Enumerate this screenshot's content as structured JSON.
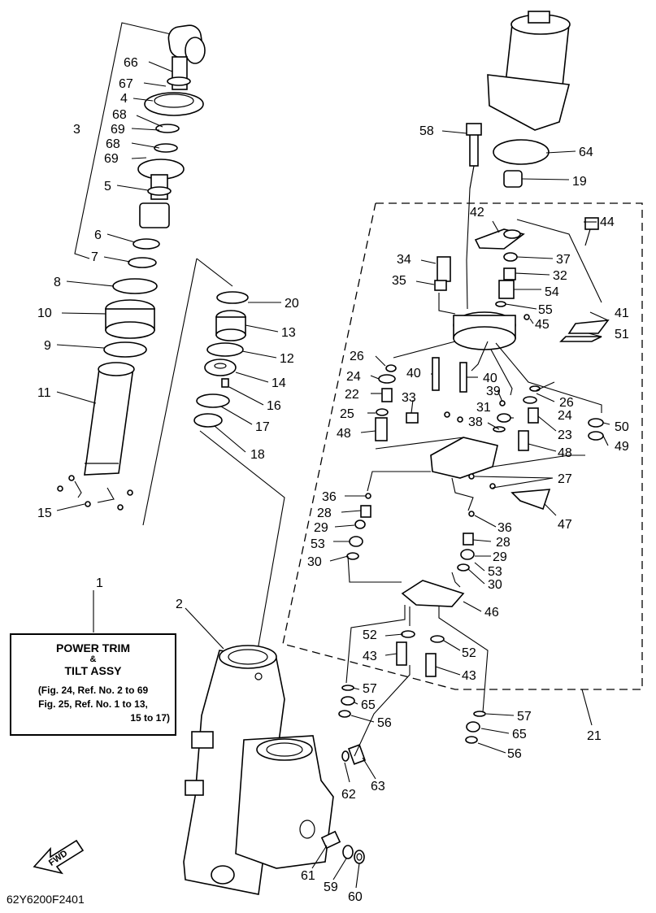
{
  "diagram": {
    "callouts": [
      {
        "id": "c1",
        "text": "1"
      },
      {
        "id": "c2",
        "text": "2"
      },
      {
        "id": "c3",
        "text": "3"
      },
      {
        "id": "c4",
        "text": "4"
      },
      {
        "id": "c5",
        "text": "5"
      },
      {
        "id": "c6",
        "text": "6"
      },
      {
        "id": "c7",
        "text": "7"
      },
      {
        "id": "c8",
        "text": "8"
      },
      {
        "id": "c9",
        "text": "9"
      },
      {
        "id": "c10",
        "text": "10"
      },
      {
        "id": "c11",
        "text": "11"
      },
      {
        "id": "c12",
        "text": "12"
      },
      {
        "id": "c13",
        "text": "13"
      },
      {
        "id": "c14",
        "text": "14"
      },
      {
        "id": "c15",
        "text": "15"
      },
      {
        "id": "c16",
        "text": "16"
      },
      {
        "id": "c17",
        "text": "17"
      },
      {
        "id": "c18",
        "text": "18"
      },
      {
        "id": "c19",
        "text": "19"
      },
      {
        "id": "c20",
        "text": "20"
      },
      {
        "id": "c21",
        "text": "21"
      },
      {
        "id": "c22",
        "text": "22"
      },
      {
        "id": "c23",
        "text": "23"
      },
      {
        "id": "c24a",
        "text": "24"
      },
      {
        "id": "c24b",
        "text": "24"
      },
      {
        "id": "c25",
        "text": "25"
      },
      {
        "id": "c26a",
        "text": "26"
      },
      {
        "id": "c26b",
        "text": "26"
      },
      {
        "id": "c27",
        "text": "27"
      },
      {
        "id": "c28a",
        "text": "28"
      },
      {
        "id": "c28b",
        "text": "28"
      },
      {
        "id": "c29a",
        "text": "29"
      },
      {
        "id": "c29b",
        "text": "29"
      },
      {
        "id": "c30a",
        "text": "30"
      },
      {
        "id": "c30b",
        "text": "30"
      },
      {
        "id": "c31",
        "text": "31"
      },
      {
        "id": "c32",
        "text": "32"
      },
      {
        "id": "c33",
        "text": "33"
      },
      {
        "id": "c34",
        "text": "34"
      },
      {
        "id": "c35",
        "text": "35"
      },
      {
        "id": "c36a",
        "text": "36"
      },
      {
        "id": "c36b",
        "text": "36"
      },
      {
        "id": "c37",
        "text": "37"
      },
      {
        "id": "c38",
        "text": "38"
      },
      {
        "id": "c39",
        "text": "39"
      },
      {
        "id": "c40a",
        "text": "40"
      },
      {
        "id": "c40b",
        "text": "40"
      },
      {
        "id": "c41",
        "text": "41"
      },
      {
        "id": "c42",
        "text": "42"
      },
      {
        "id": "c43a",
        "text": "43"
      },
      {
        "id": "c43b",
        "text": "43"
      },
      {
        "id": "c44",
        "text": "44"
      },
      {
        "id": "c45",
        "text": "45"
      },
      {
        "id": "c46",
        "text": "46"
      },
      {
        "id": "c47",
        "text": "47"
      },
      {
        "id": "c48a",
        "text": "48"
      },
      {
        "id": "c48b",
        "text": "48"
      },
      {
        "id": "c49",
        "text": "49"
      },
      {
        "id": "c50",
        "text": "50"
      },
      {
        "id": "c51",
        "text": "51"
      },
      {
        "id": "c52a",
        "text": "52"
      },
      {
        "id": "c52b",
        "text": "52"
      },
      {
        "id": "c53a",
        "text": "53"
      },
      {
        "id": "c53b",
        "text": "53"
      },
      {
        "id": "c54",
        "text": "54"
      },
      {
        "id": "c55",
        "text": "55"
      },
      {
        "id": "c56a",
        "text": "56"
      },
      {
        "id": "c56b",
        "text": "56"
      },
      {
        "id": "c57a",
        "text": "57"
      },
      {
        "id": "c57b",
        "text": "57"
      },
      {
        "id": "c58",
        "text": "58"
      },
      {
        "id": "c59",
        "text": "59"
      },
      {
        "id": "c60",
        "text": "60"
      },
      {
        "id": "c61",
        "text": "61"
      },
      {
        "id": "c62",
        "text": "62"
      },
      {
        "id": "c63",
        "text": "63"
      },
      {
        "id": "c64",
        "text": "64"
      },
      {
        "id": "c65a",
        "text": "65"
      },
      {
        "id": "c65b",
        "text": "65"
      },
      {
        "id": "c66",
        "text": "66"
      },
      {
        "id": "c67",
        "text": "67"
      },
      {
        "id": "c68a",
        "text": "68"
      },
      {
        "id": "c68b",
        "text": "68"
      },
      {
        "id": "c69a",
        "text": "69"
      },
      {
        "id": "c69b",
        "text": "69"
      }
    ]
  },
  "legend": {
    "title_line1": "POWER TRIM",
    "ampersand": "&",
    "title_line2": "TILT ASSY",
    "ref_line1": "(Fig. 24, Ref. No. 2 to 69",
    "ref_line2": "Fig. 25, Ref. No. 1 to 13,",
    "ref_line3": "15 to 17)"
  },
  "fwd_label": "FWD",
  "document_code": "62Y6200F2401"
}
